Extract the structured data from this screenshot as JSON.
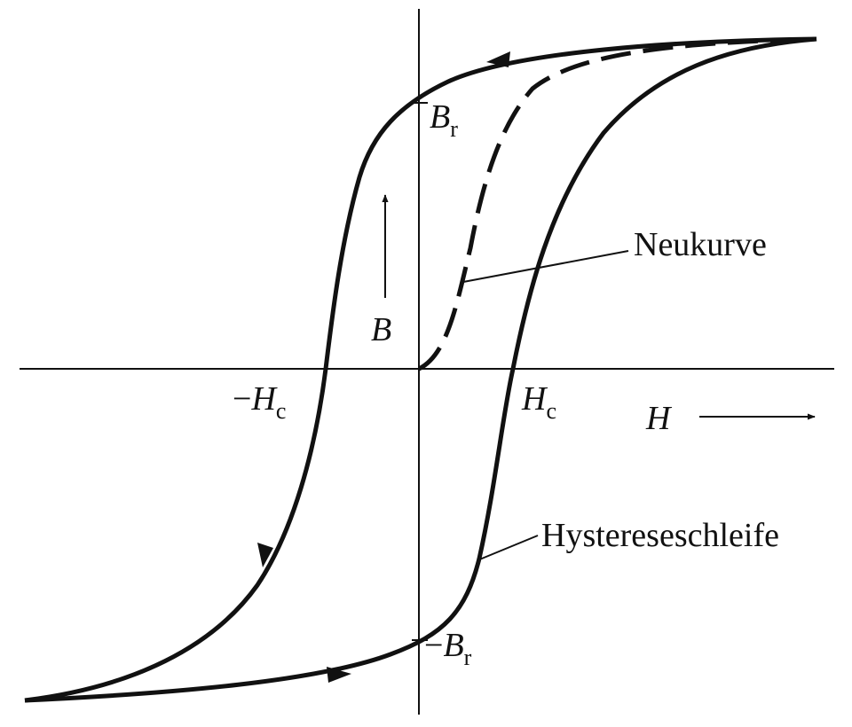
{
  "diagram": {
    "title": "Hysteresis loop",
    "axis_labels": {
      "vertical": "B",
      "horizontal": "H"
    },
    "points": {
      "remanence_pos": {
        "symbol": "B",
        "subscript": "r",
        "prefix": ""
      },
      "remanence_neg": {
        "symbol": "B",
        "subscript": "r",
        "prefix": "−"
      },
      "coercivity_pos": {
        "symbol": "H",
        "subscript": "c",
        "prefix": ""
      },
      "coercivity_neg": {
        "symbol": "H",
        "subscript": "c",
        "prefix": "−"
      }
    },
    "curve_labels": {
      "virgin_curve": "Neukurve",
      "hysteresis_loop": "Hystereseschleife"
    },
    "colors": {
      "ink": "#111111",
      "background": "#ffffff"
    }
  }
}
